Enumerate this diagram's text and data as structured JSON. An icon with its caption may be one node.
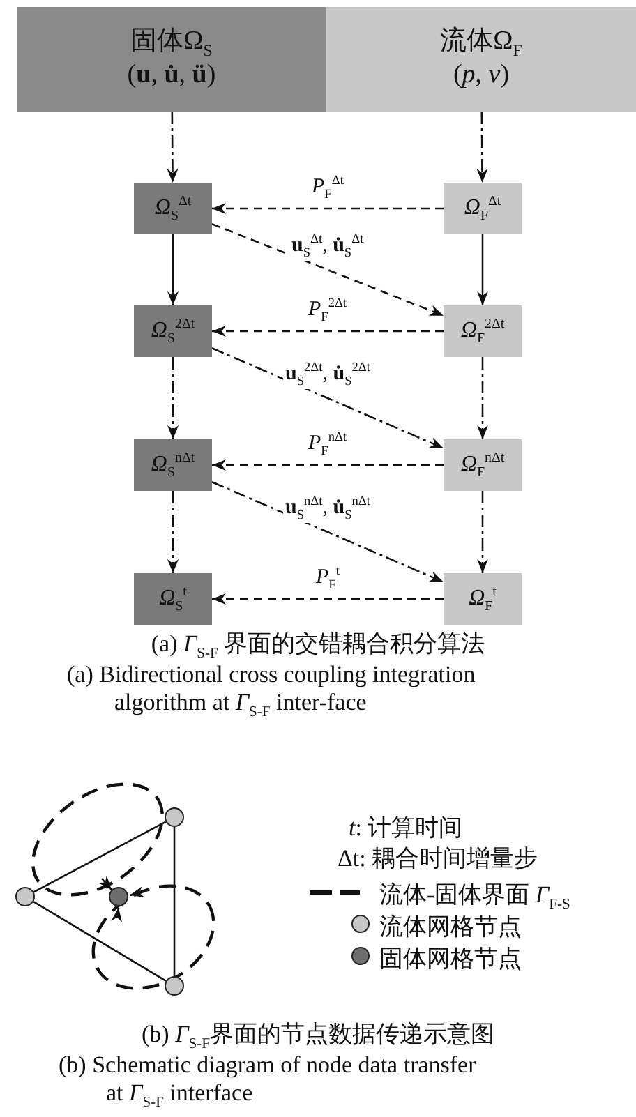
{
  "diagram": {
    "nodes": [
      {
        "text": [
          "固体Ω$_{S}$",
          "(**u**, **u̇**, **ü**)"
        ]
      },
      {
        "text": [
          "流体Ω$_{F}$",
          "(*p*, *v*)"
        ]
      },
      {
        "text": [
          "*Ω*$_{S}$$^{Δt}$"
        ]
      },
      {
        "text": [
          "*Ω*$_{F}$$^{Δt}$"
        ]
      },
      {
        "text": [
          "*Ω*$_{S}$$^{2Δt}$"
        ]
      },
      {
        "text": [
          "*Ω*$_{F}$$^{2Δt}$"
        ]
      },
      {
        "text": [
          "*Ω*$_{S}$$^{nΔt}$"
        ]
      },
      {
        "text": [
          "*Ω*$_{F}$$^{nΔt}$"
        ]
      },
      {
        "text": [
          "*Ω*$_{S}$$^{t}$"
        ]
      },
      {
        "text": [
          "*Ω*$_{F}$$^{t}$"
        ]
      },
      {
        "text": [],
        "shape": "circle"
      },
      {
        "text": [],
        "shape": "circle"
      },
      {
        "text": [],
        "shape": "circle"
      },
      {
        "text": [],
        "shape": "circle"
      }
    ],
    "edges": [
      {
        "from": 0,
        "to": 2,
        "arrow": "to",
        "style": "dashed"
      },
      {
        "from": 1,
        "to": 3,
        "arrow": "to",
        "style": "dashed"
      },
      {
        "from": 3,
        "to": 2,
        "arrow": "to",
        "style": "dashed",
        "label": "*P*$_{F}$$^{Δt}$"
      },
      {
        "from": 2,
        "to": 5,
        "arrow": "to",
        "style": "dashed",
        "label": "**u**$_{S}$$^{Δt}$, **u̇**$_{S}$$^{Δt}$"
      },
      {
        "from": 2,
        "to": 4,
        "arrow": "to"
      },
      {
        "from": 3,
        "to": 5,
        "arrow": "to"
      },
      {
        "from": 5,
        "to": 4,
        "arrow": "to",
        "style": "dashed",
        "label": "*P*$_{F}$$^{2Δt}$"
      },
      {
        "from": 4,
        "to": 7,
        "arrow": "to",
        "style": "dashed",
        "label": "**u**$_{S}$$^{2Δt}$, **u̇**$_{S}$$^{2Δt}$"
      },
      {
        "from": 4,
        "to": 6,
        "arrow": "to",
        "style": "dashed"
      },
      {
        "from": 5,
        "to": 7,
        "arrow": "to",
        "style": "dashed"
      },
      {
        "from": 7,
        "to": 6,
        "arrow": "to",
        "style": "dashed",
        "label": "*P*$_{F}$$^{nΔt}$"
      },
      {
        "from": 6,
        "to": 9,
        "arrow": "to",
        "style": "dashed",
        "label": "**u**$_{S}$$^{nΔt}$, **u̇**$_{S}$$^{nΔt}$"
      },
      {
        "from": 6,
        "to": 8,
        "arrow": "to",
        "style": "dashed"
      },
      {
        "from": 7,
        "to": 9,
        "arrow": "to",
        "style": "dashed"
      },
      {
        "from": 9,
        "to": 8,
        "arrow": "to",
        "style": "dashed",
        "label": "*P*$_{F}$$^{t}$"
      },
      {
        "from": 10,
        "to": 11,
        "arrow": "none"
      },
      {
        "from": 11,
        "to": 13,
        "arrow": "none"
      },
      {
        "from": 10,
        "to": 13,
        "arrow": "none"
      }
    ],
    "labels": [
      "(a) *Γ*$_{S-F}$ 界面的交错耦合积分算法",
      "(a) Bidirectional cross coupling integration algorithm at *Γ*$_{S-F}$ inter-face",
      "*t*: 计算时间",
      "Δt: 耦合时间增量步",
      "(b) *Γ*$_{S-F}$界面的节点数据传递示意图",
      "(b) Schematic diagram of node data transfer at *Γ*$_{S-F}$ interface"
    ],
    "legend": [
      {
        "text": "流体-固体界面 *Γ*$_{F-S}$"
      },
      {
        "text": "流体网格节点",
        "color": "#c8c8c8"
      },
      {
        "text": "固体网格节点",
        "color": "#6e6e6e"
      }
    ]
  }
}
